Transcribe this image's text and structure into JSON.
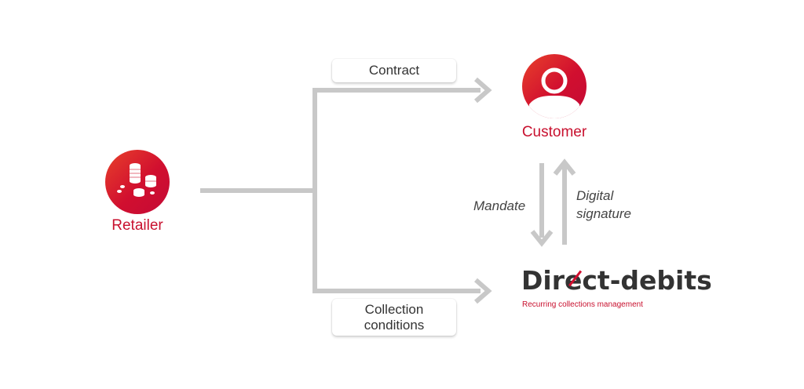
{
  "nodes": {
    "retailer": {
      "label": "Retailer",
      "icon": "coins-icon"
    },
    "customer": {
      "label": "Customer",
      "icon": "user-icon"
    }
  },
  "edges": {
    "contract": {
      "label": "Contract"
    },
    "collection": {
      "label_line1": "Collection",
      "label_line2": "conditions"
    },
    "mandate": {
      "label": "Mandate"
    },
    "signature": {
      "label_line1": "Digital",
      "label_line2": "signature"
    }
  },
  "logo": {
    "name": "Direct-debits",
    "tagline": "Recurring collections management"
  },
  "colors": {
    "brand_red": "#c8102e",
    "icon_gradient_start": "#e8412b",
    "icon_gradient_end": "#c40a36",
    "connector_gray": "#c8c8c8",
    "text_dark": "#333333"
  }
}
